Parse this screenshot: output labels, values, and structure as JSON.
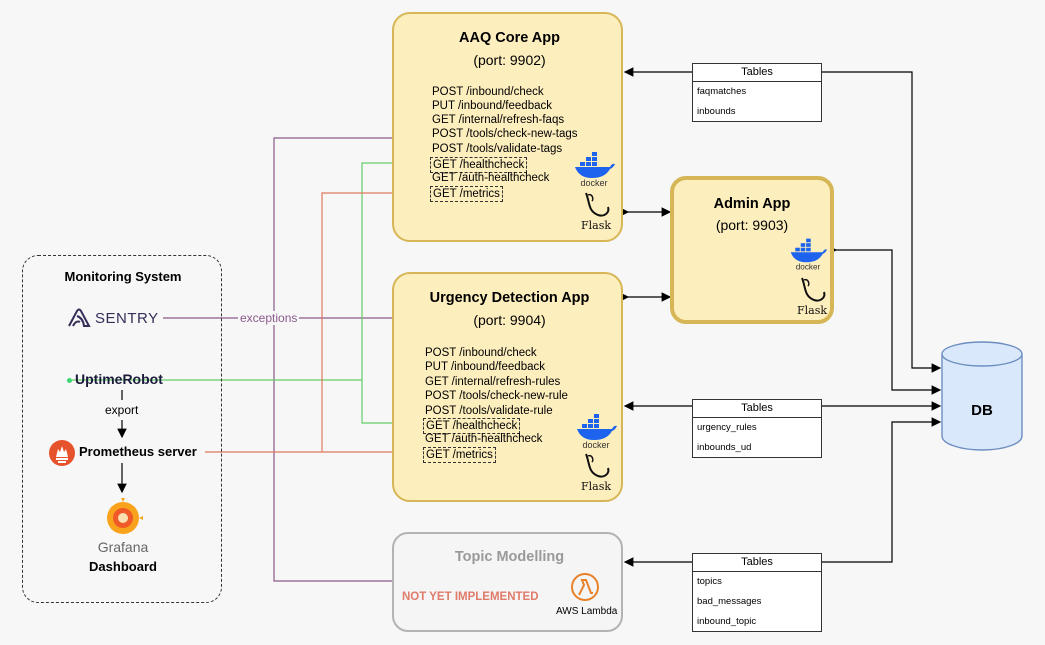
{
  "aaq_core": {
    "title": "AAQ Core App",
    "port": "(port: 9902)",
    "endpoints": [
      "POST /inbound/check",
      "PUT /inbound/feedback",
      "GET /internal/refresh-faqs",
      "POST /tools/check-new-tags",
      "POST /tools/validate-tags",
      "GET /healthcheck",
      "GET /auth-healthcheck",
      "GET /metrics"
    ]
  },
  "admin": {
    "title": "Admin App",
    "port": "(port: 9903)"
  },
  "urgency": {
    "title": "Urgency Detection App",
    "port": "(port: 9904)",
    "endpoints": [
      "POST /inbound/check",
      "PUT /inbound/feedback",
      "GET /internal/refresh-rules",
      "POST /tools/check-new-rule",
      "POST /tools/validate-rule",
      "GET /healthcheck",
      "GET /auth-healthcheck",
      "GET /metrics"
    ]
  },
  "topic": {
    "title": "Topic Modelling",
    "status": "NOT YET  IMPLEMENTED",
    "lambda_label": "AWS Lambda"
  },
  "monitoring": {
    "title": "Monitoring System",
    "sentry": "SENTRY",
    "uptime": "UptimeRobot",
    "export_label": "export",
    "prometheus": "Prometheus server",
    "grafana": "Grafana",
    "dashboard": "Dashboard",
    "exceptions_label": "exceptions"
  },
  "tables": {
    "core": {
      "header": "Tables",
      "rows": [
        "faqmatches",
        "inbounds"
      ]
    },
    "urgency": {
      "header": "Tables",
      "rows": [
        "urgency_rules",
        "inbounds_ud"
      ]
    },
    "topic": {
      "header": "Tables",
      "rows": [
        "topics",
        "bad_messages",
        "inbound_topic"
      ]
    }
  },
  "db": {
    "label": "DB"
  },
  "icons": {
    "docker": "docker",
    "flask": "Flask"
  },
  "colors": {
    "app_fill": "#fdeebe",
    "app_border": "#d6b656",
    "db_fill": "#dae8fc",
    "db_border": "#6c8ebf",
    "health_line": "#66cc66",
    "metrics_line": "#e07a5f",
    "exceptions_line": "#8a5a8a",
    "not_implemented": "#e07a6a"
  }
}
